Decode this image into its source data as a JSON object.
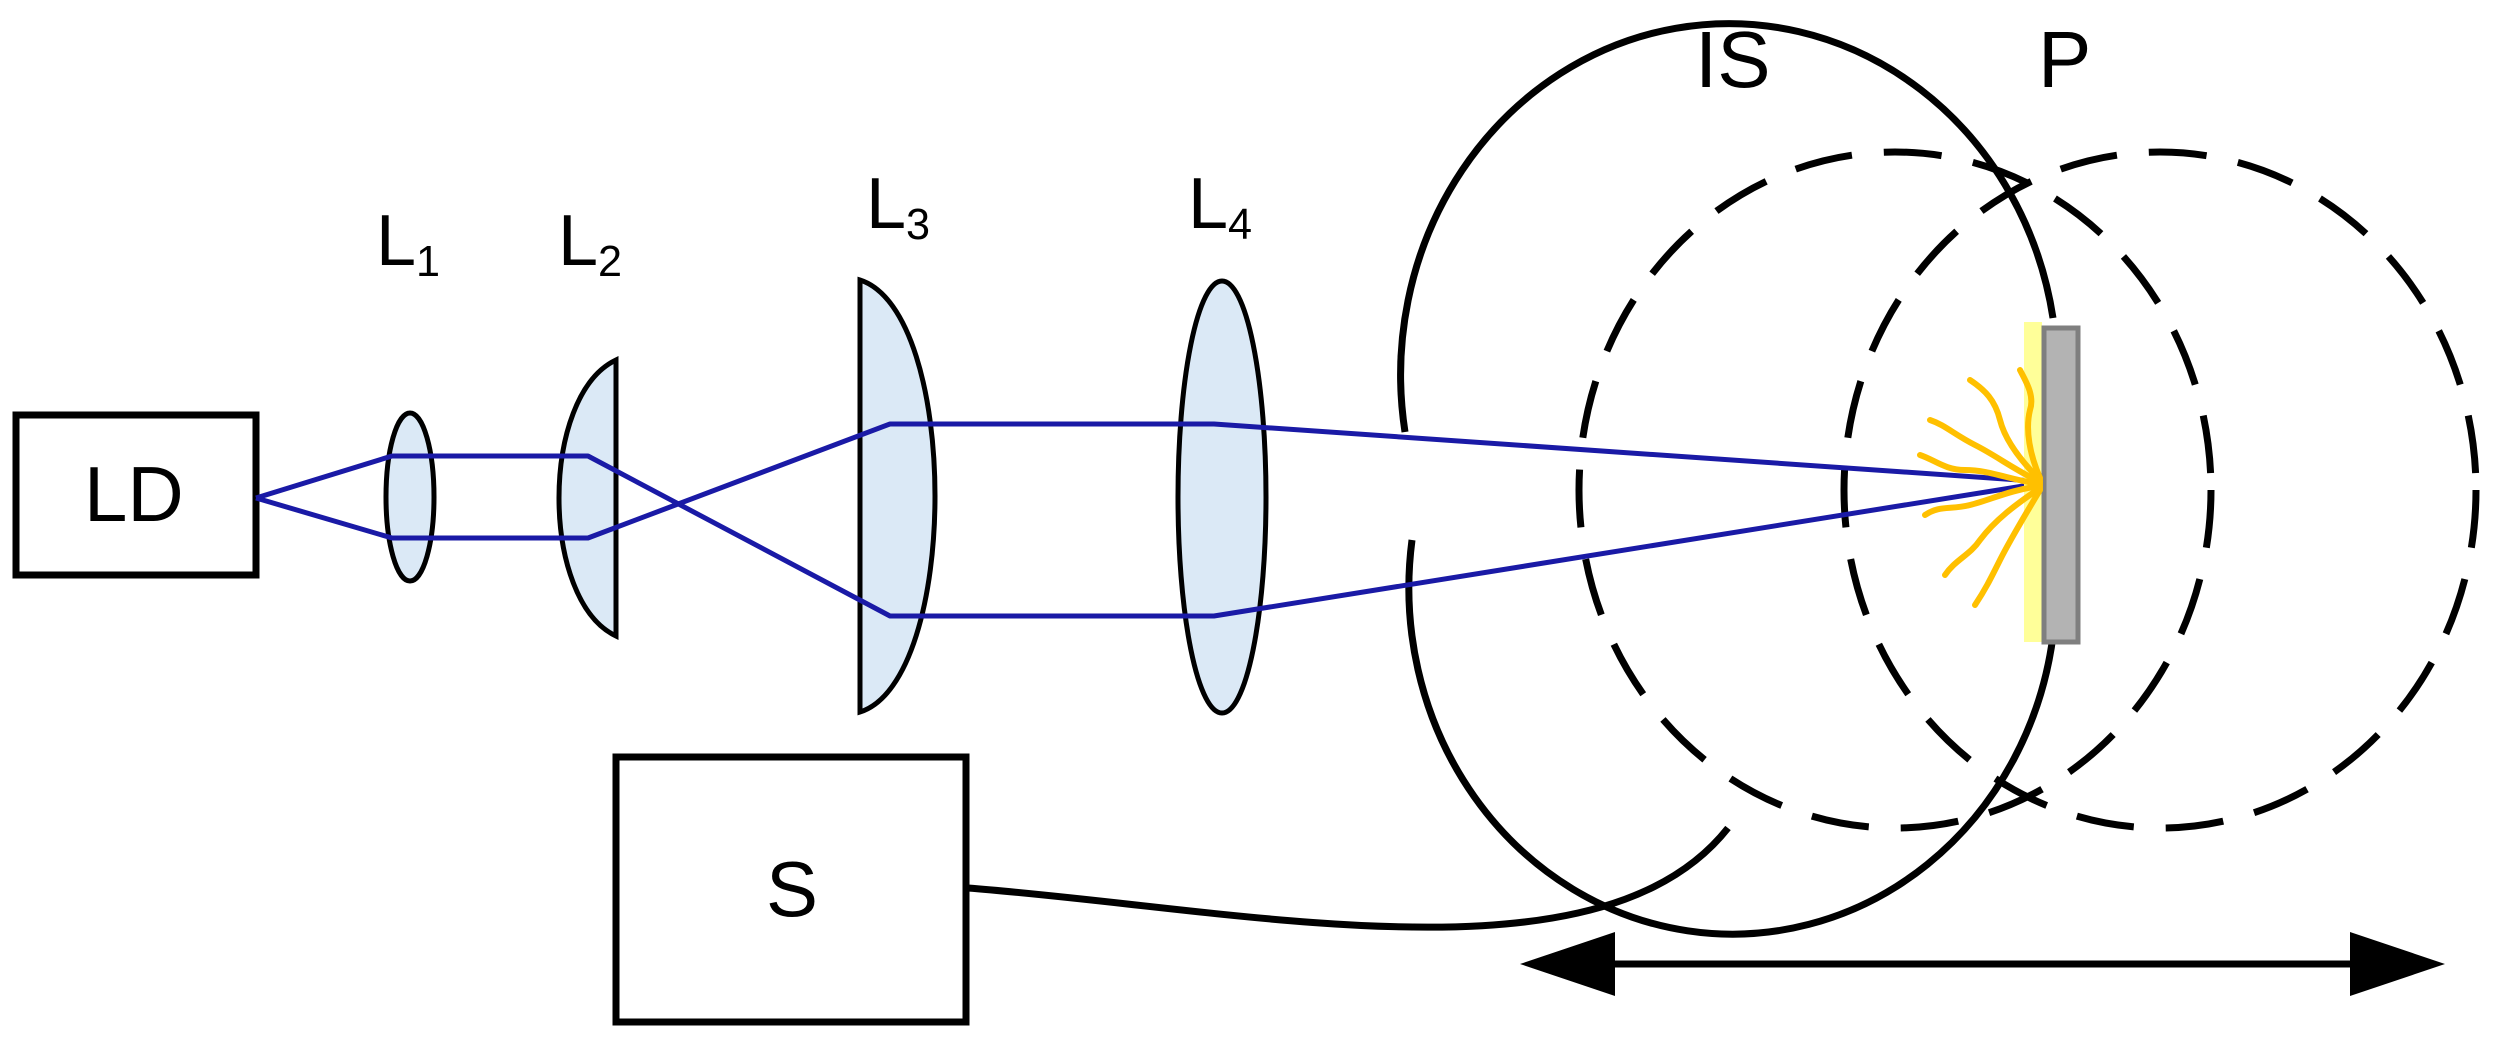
{
  "components": {
    "laser_diode": {
      "label": "LD"
    },
    "lens_1": {
      "label": "L",
      "subscript": "1"
    },
    "lens_2": {
      "label": "L",
      "subscript": "2"
    },
    "lens_3": {
      "label": "L",
      "subscript": "3"
    },
    "lens_4": {
      "label": "L",
      "subscript": "4"
    },
    "integrating_sphere": {
      "label": "IS"
    },
    "sample": {
      "label": "P"
    },
    "spectrometer": {
      "label": "S"
    }
  },
  "colors": {
    "beam": "#1a1aa6",
    "lens_fill": "#dbe9f6",
    "sample_fill": "#b3b3b3",
    "sample_stroke": "#7f7f7f",
    "glow": "#ffff99",
    "fluorescence": "#ffc000",
    "outline": "#000000"
  },
  "icons": {
    "fluorescence": "wavy-emission-icon",
    "translation": "double-headed-arrow-icon"
  }
}
